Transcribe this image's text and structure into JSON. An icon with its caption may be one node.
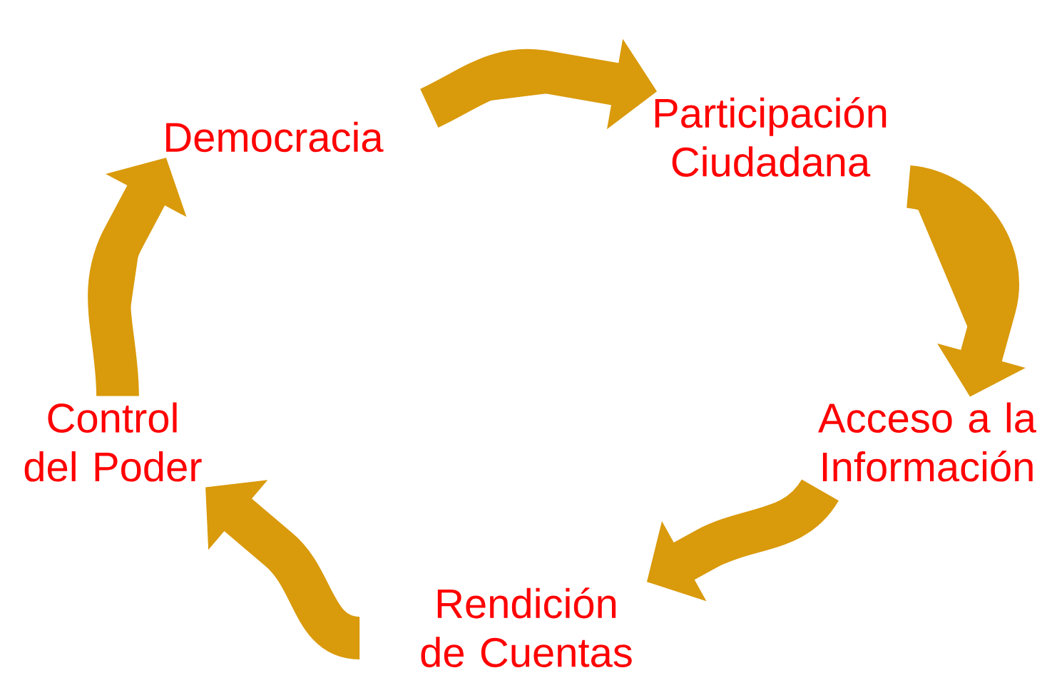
{
  "diagram": {
    "nodes": [
      {
        "text": [
          "Democracia"
        ]
      },
      {
        "text": [
          "Participación Ciudadana"
        ]
      },
      {
        "text": [
          "Acceso a la Información"
        ]
      },
      {
        "text": [
          "Rendición de Cuentas"
        ]
      },
      {
        "text": [
          "Control del Poder"
        ]
      }
    ],
    "edges": [
      {
        "from": 0,
        "to": 1,
        "arrow": "to"
      },
      {
        "from": 1,
        "to": 2,
        "arrow": "to"
      },
      {
        "from": 2,
        "to": 3,
        "arrow": "to"
      },
      {
        "from": 3,
        "to": 4,
        "arrow": "to"
      },
      {
        "from": 4,
        "to": 0,
        "arrow": "to"
      }
    ]
  }
}
